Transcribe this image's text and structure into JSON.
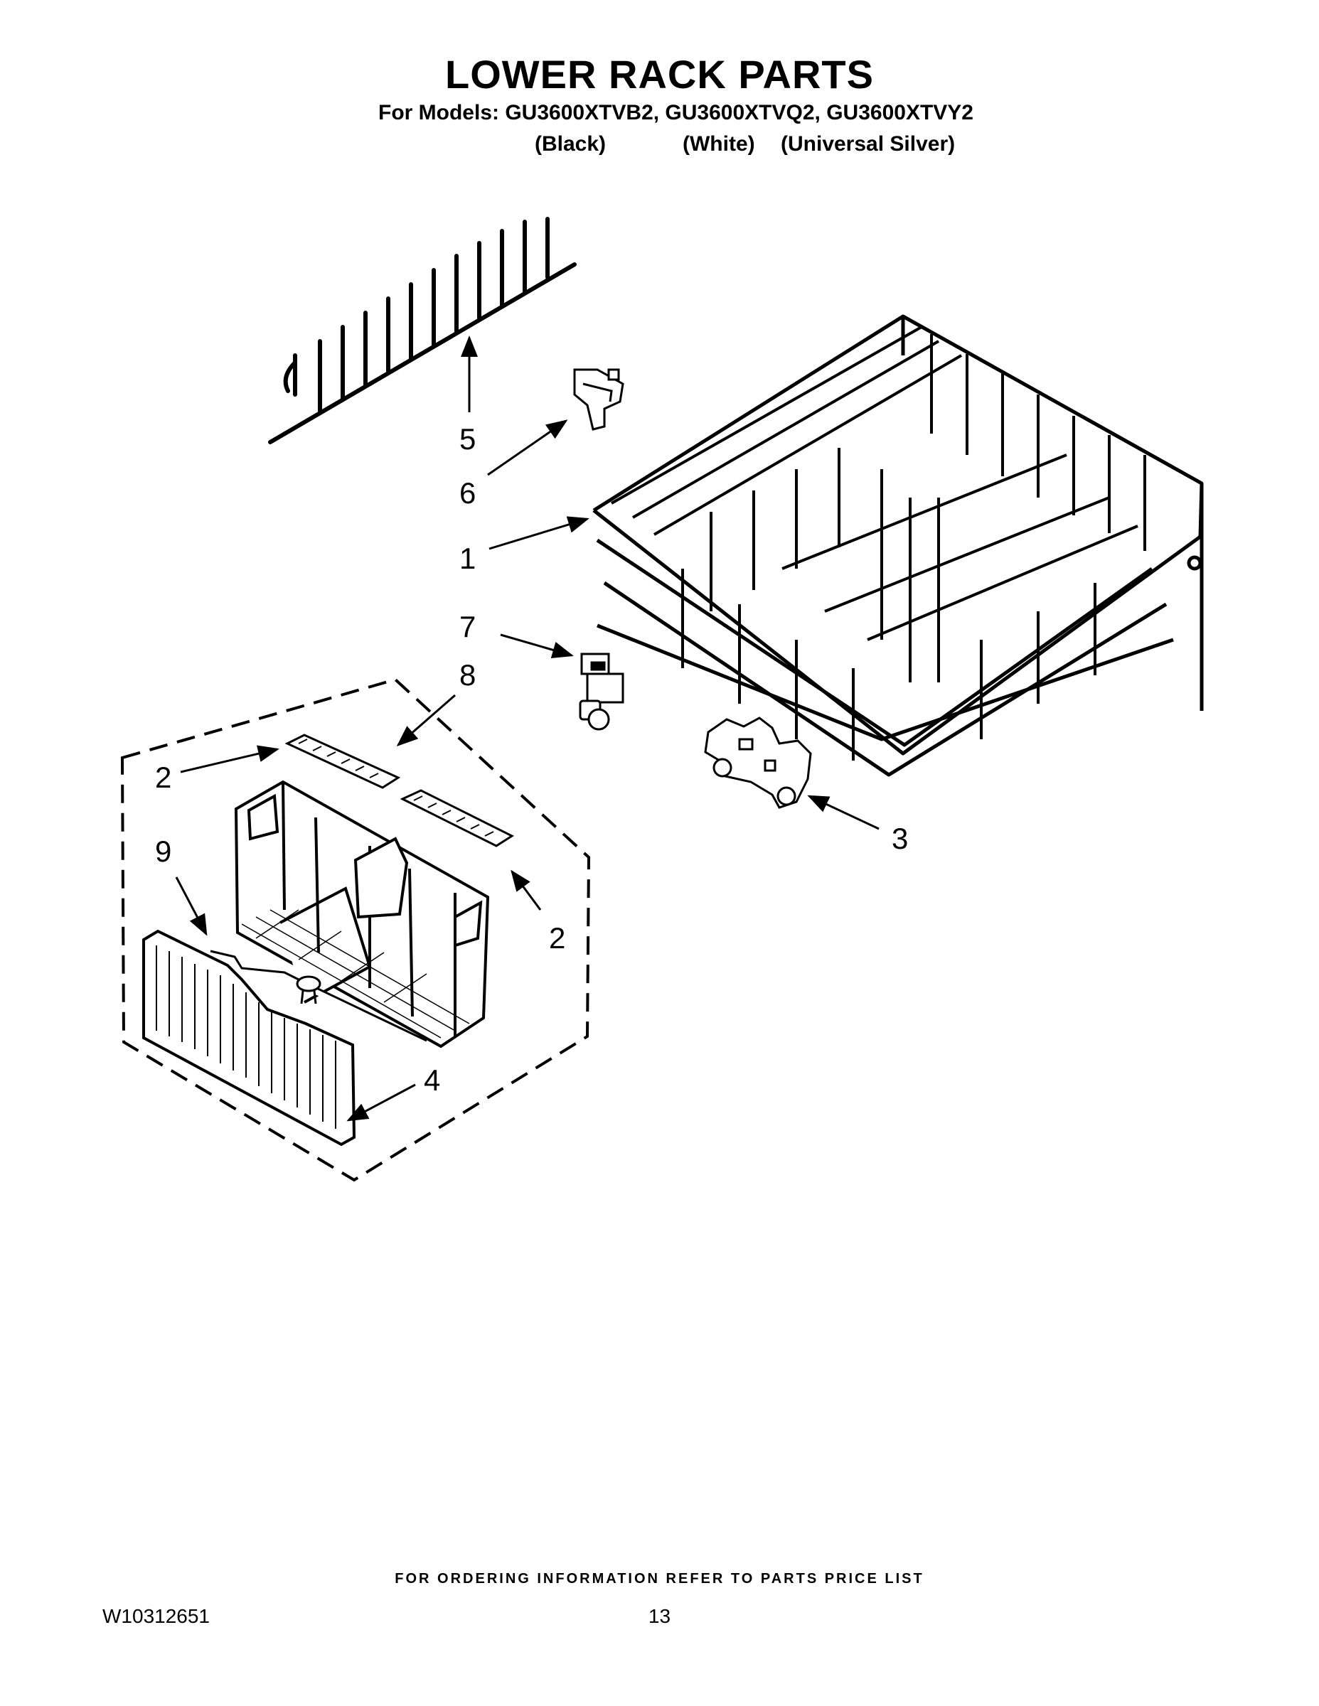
{
  "header": {
    "title": "LOWER RACK PARTS",
    "models_line": "For Models: GU3600XTVB2, GU3600XTVQ2, GU3600XTVY2",
    "colors": [
      "(Black)",
      "(White)",
      "(Universal Silver)"
    ]
  },
  "callouts": [
    "1",
    "2",
    "2",
    "3",
    "4",
    "5",
    "6",
    "7",
    "8",
    "9"
  ],
  "footer": {
    "note": "FOR ORDERING INFORMATION REFER TO PARTS PRICE LIST",
    "doc_number": "W10312651",
    "page_number": "13"
  }
}
